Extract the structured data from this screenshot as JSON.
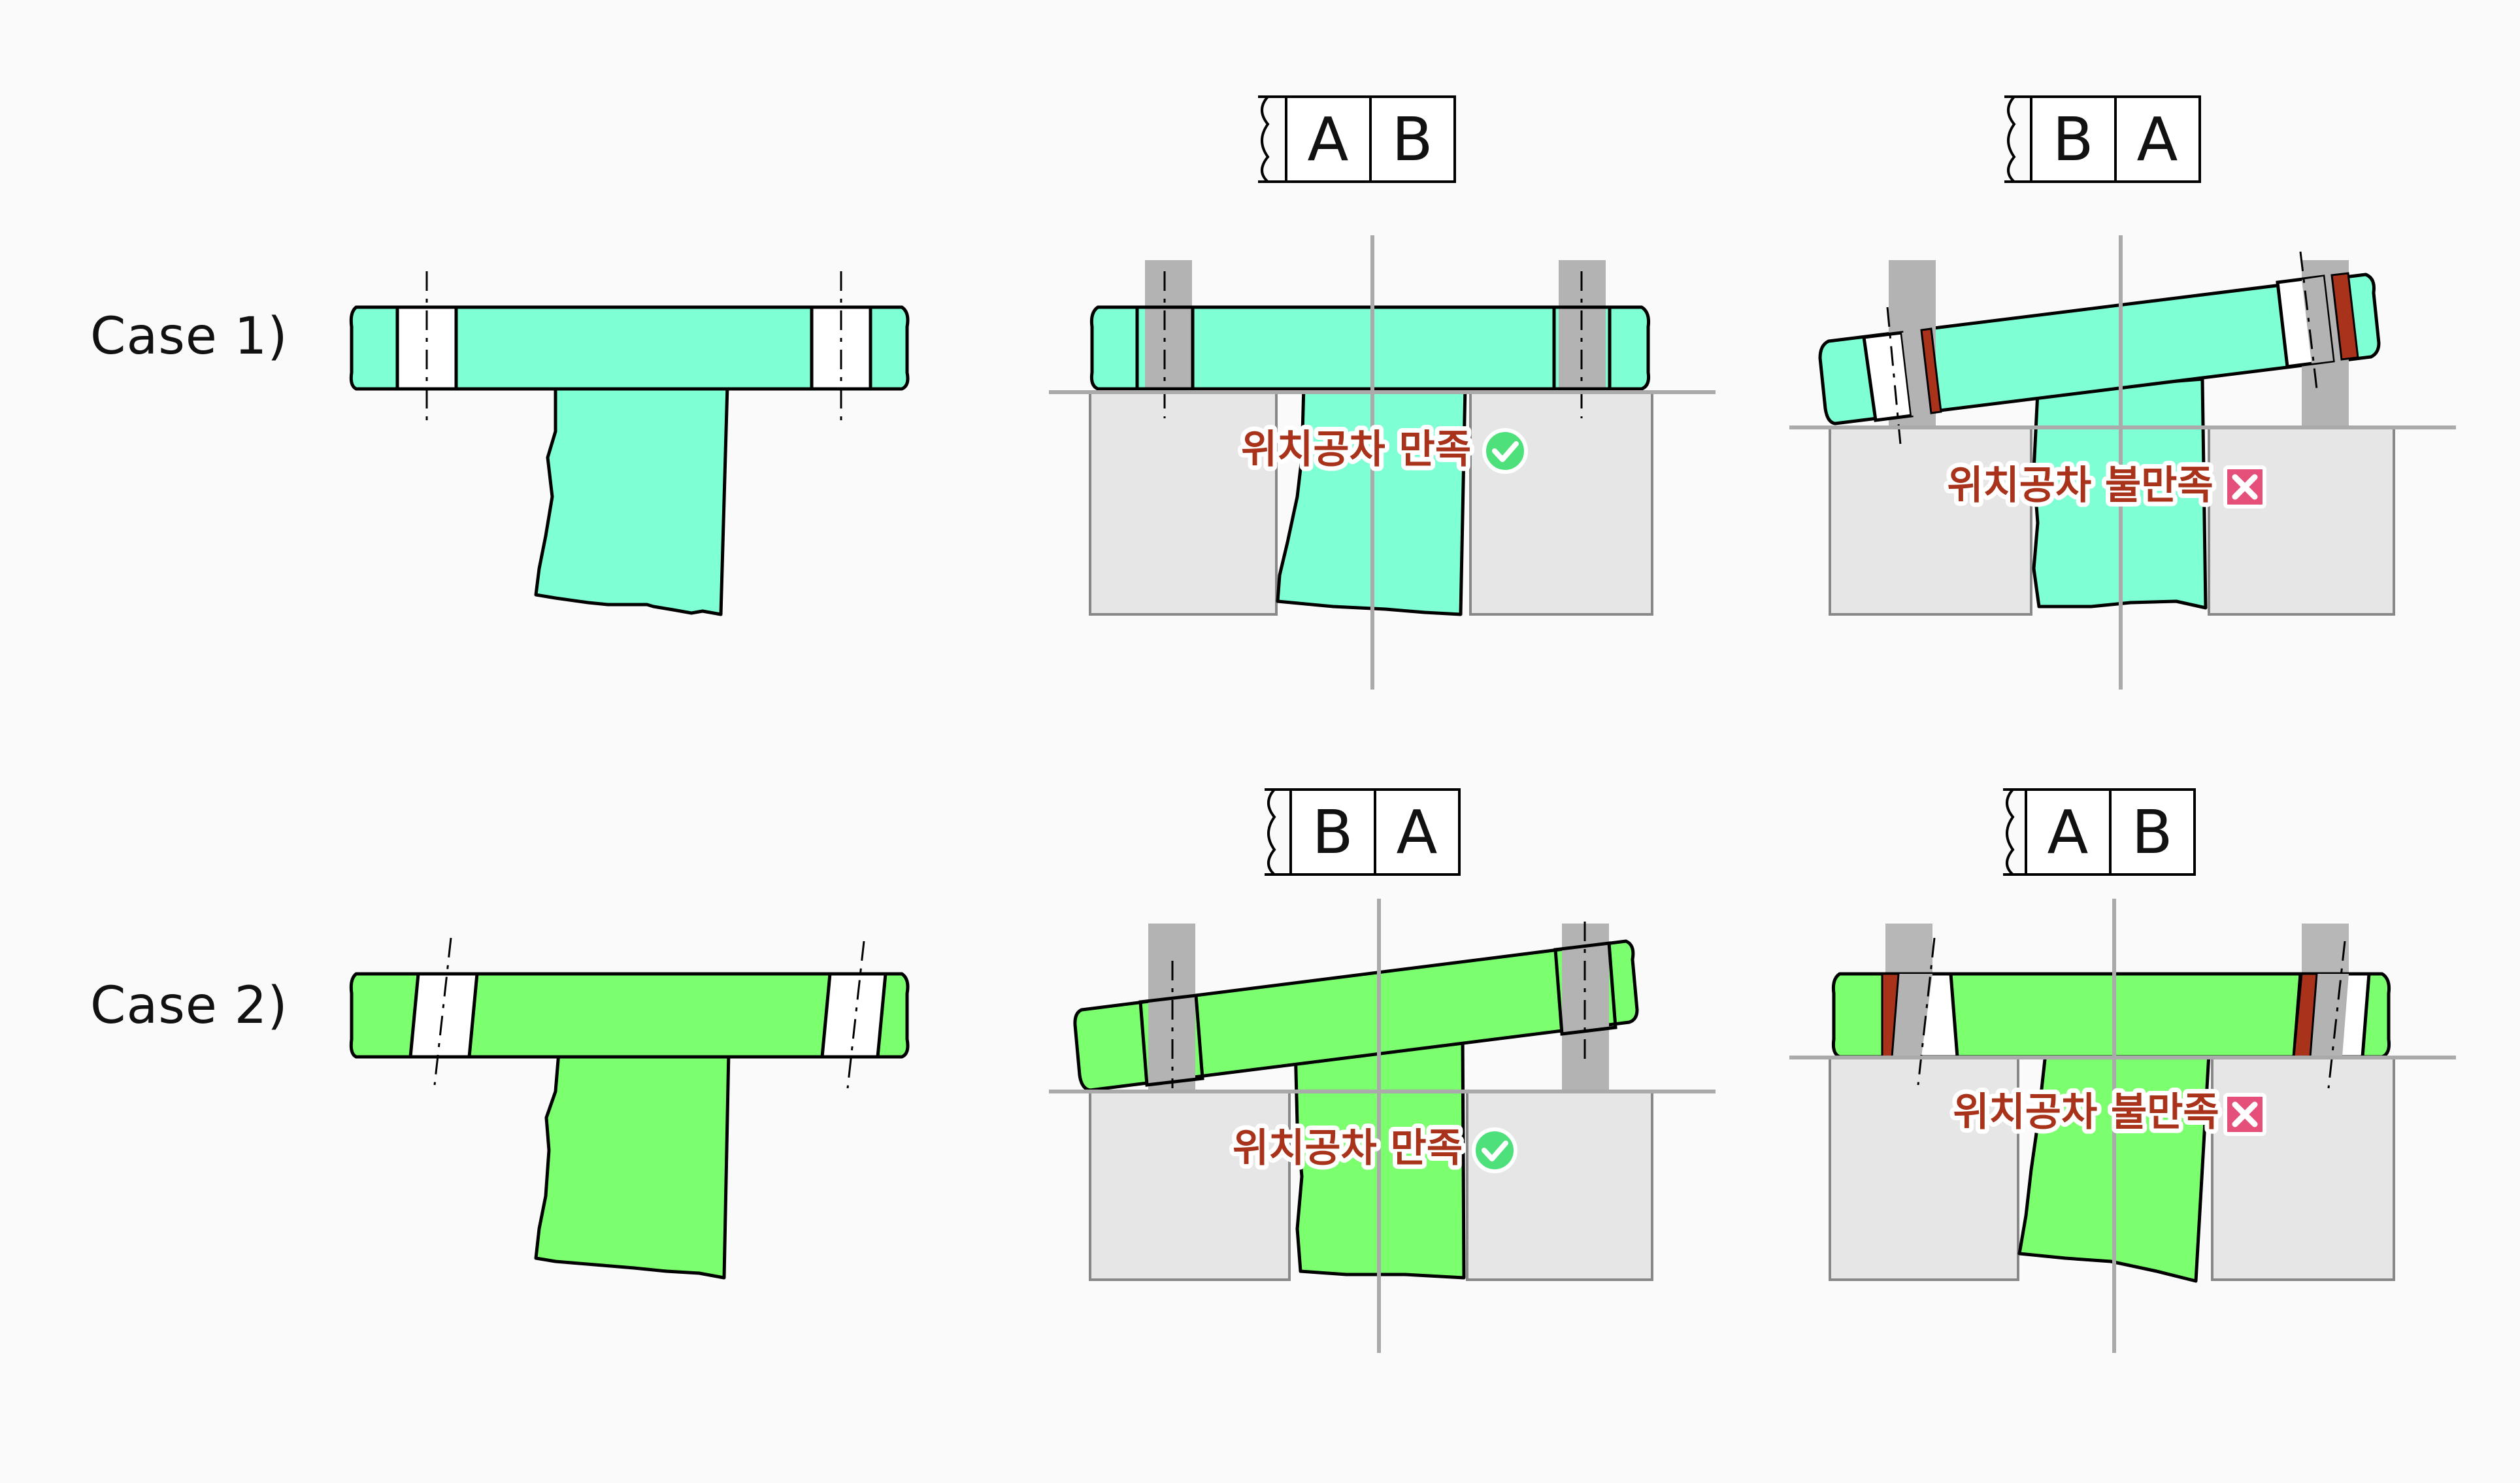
{
  "cases": [
    {
      "label": "Case 1)",
      "color": "#7fffd4",
      "panels": [
        {
          "datum": [
            "A",
            "B"
          ],
          "status": "위치공차 만족",
          "ok": true
        },
        {
          "datum": [
            "B",
            "A"
          ],
          "status": "위치공차 불만족",
          "ok": false
        }
      ]
    },
    {
      "label": "Case 2)",
      "color": "#7cff6e",
      "panels": [
        {
          "datum": [
            "B",
            "A"
          ],
          "status": "위치공차 만족",
          "ok": true
        },
        {
          "datum": [
            "A",
            "B"
          ],
          "status": "위치공차 불만족",
          "ok": false
        }
      ]
    }
  ],
  "colors": {
    "ok_icon": "#4ee07a",
    "fail_icon": "#e5507a",
    "error_band": "#a8321a",
    "fixture": "#e6e6e6",
    "pin": "#b3b3b3",
    "axis": "#aaaaaa"
  },
  "icons": {
    "ok": "check-circle-icon",
    "fail": "x-square-icon"
  }
}
